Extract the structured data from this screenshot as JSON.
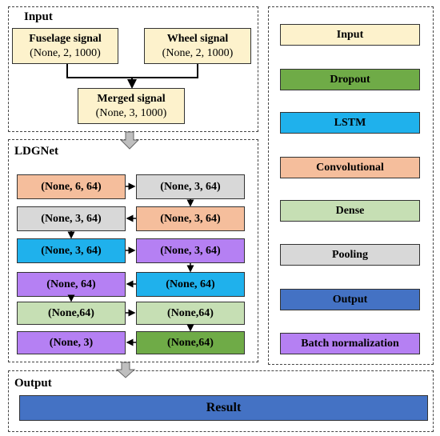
{
  "input_panel": {
    "title": "Input",
    "fuselage": {
      "label": "Fuselage signal",
      "shape": "(None, 2, 1000)"
    },
    "wheel": {
      "label": "Wheel signal",
      "shape": "(None, 2, 1000)"
    },
    "merged": {
      "label": "Merged signal",
      "shape": "(None, 3, 1000)"
    }
  },
  "ldgnet_panel": {
    "title": "LDGNet",
    "left": [
      "(None, 6, 64)",
      "(None, 3, 64)",
      "(None, 3, 64)",
      "(None, 64)",
      "(None,64)",
      "(None, 3)"
    ],
    "right": [
      "(None, 3, 64)",
      "(None, 3, 64)",
      "(None, 3, 64)",
      "(None, 64)",
      "(None,64)",
      "(None,64)"
    ]
  },
  "output_panel": {
    "title": "Output",
    "result": "Result"
  },
  "legend": [
    "Input",
    "Dropout",
    "LSTM",
    "Convolutional",
    "Dense",
    "Pooling",
    "Output",
    "Batch normalization"
  ],
  "colors": {
    "input": "#fdf2cc",
    "dropout": "#6fab47",
    "lstm": "#1fb1ec",
    "convolutional": "#f5be9c",
    "dense": "#c6dfb4",
    "pooling": "#d8d8d8",
    "output": "#4472c4",
    "batch_normalization": "#b580f3"
  }
}
